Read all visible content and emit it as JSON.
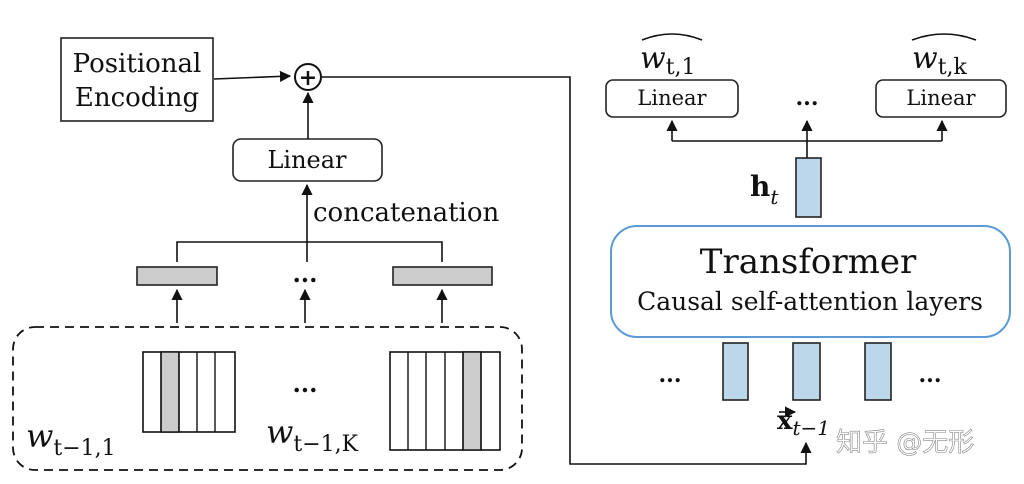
{
  "left": {
    "positional_encoding": [
      "Positional",
      "Encoding"
    ],
    "linear": "Linear",
    "concatenation": "concatenation",
    "ellipsis": "...",
    "input_first": {
      "var": "w",
      "sub": "t−1,1"
    },
    "input_last": {
      "var": "w",
      "sub": "t−1,K"
    }
  },
  "right": {
    "output_first": {
      "var": "w",
      "sub": "t,1"
    },
    "output_last": {
      "var": "w",
      "sub": "t,k"
    },
    "linear_first": "Linear",
    "linear_last": "Linear",
    "ellipsis": "...",
    "hidden": {
      "var": "h",
      "sub": "t"
    },
    "transformer_title": "Transformer",
    "transformer_subtitle": "Causal self-attention layers",
    "input_x": {
      "var": "x",
      "sub": "t−1"
    }
  },
  "watermark": "知乎 @无形",
  "colors": {
    "gray_fill": "#cccccc",
    "blue_fill": "#bcd6ea",
    "transformer_border": "#5b9bd5"
  }
}
